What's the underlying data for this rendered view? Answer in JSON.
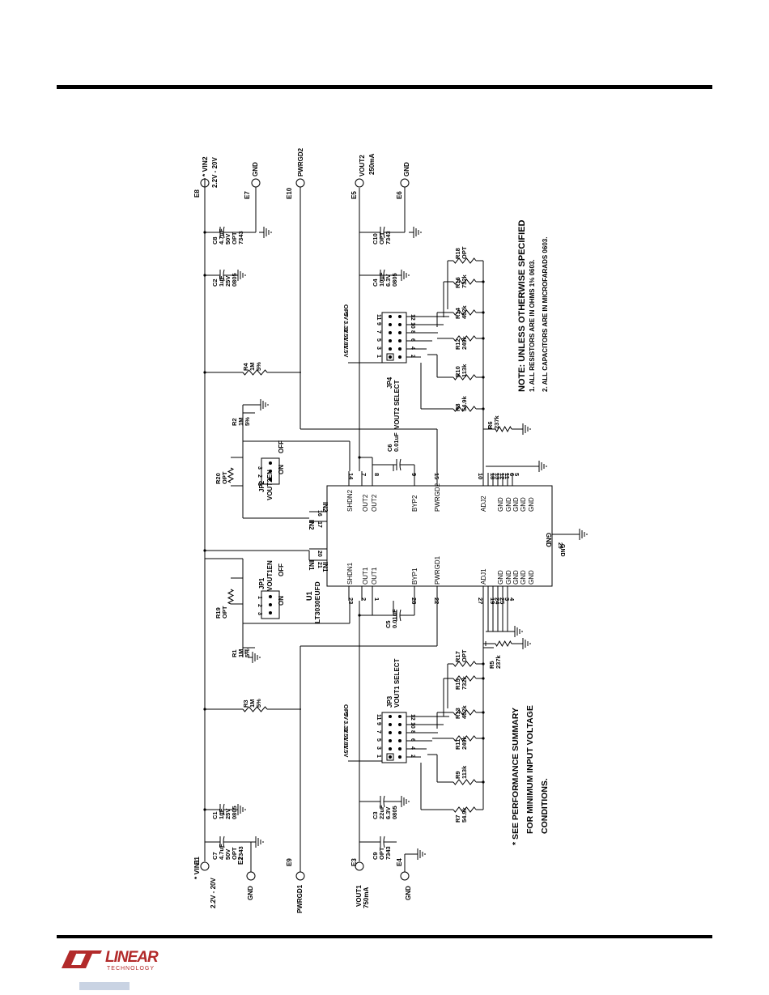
{
  "brand": {
    "line1": "LINEAR",
    "line2": "TECHNOLOGY"
  },
  "ic": {
    "ref": "U1",
    "part": "LT3030EUFD",
    "pins_left_side_1": [
      "SHDN1",
      "OUT1",
      "OUT1",
      "BYP1",
      "PWRGD1",
      "ADJ1",
      "GND",
      "GND",
      "GND",
      "GND",
      "GND"
    ],
    "pins_left_side_2": [
      "SHDN2",
      "OUT2",
      "OUT2",
      "BYP2",
      "PWRGD2",
      "ADJ2",
      "GND",
      "GND",
      "GND",
      "GND",
      "GND"
    ],
    "in1": "IN1",
    "in2": "IN2",
    "gnd": "GND",
    "pinnums_1": [
      "23",
      "1",
      "2",
      "28",
      "22",
      "27",
      "19",
      "24",
      "25",
      "3",
      "4"
    ],
    "pinnums_2": [
      "14",
      "8",
      "7",
      "9",
      "15",
      "10",
      "18",
      "13",
      "12",
      "11",
      "6",
      "5"
    ],
    "pin_in1a": "20",
    "pin_in1b": "21",
    "pin_in2a": "16",
    "pin_in2b": "17",
    "pin_gnd": "29"
  },
  "terminals": {
    "e1": "E1",
    "vin1": "* VIN1",
    "vin1_range": "2.2V - 20V",
    "e2": "E2",
    "gnd": "GND",
    "e9": "E9",
    "pwrgd1": "PWRGD1",
    "e3": "E3",
    "vout1": "VOUT1",
    "vout1_cur": "750mA",
    "e4": "E4",
    "e8": "E8",
    "vin2": "* VIN2",
    "vin2_range": "2.2V - 20V",
    "e7": "E7",
    "e10": "E10",
    "pwrgd2": "PWRGD2",
    "e5": "E5",
    "vout2": "VOUT2",
    "vout2_cur": "250mA",
    "e6": "E6"
  },
  "components": {
    "c7": [
      "C7",
      "4.7uF",
      "50V",
      "OPT",
      "7343"
    ],
    "c1": [
      "C1",
      "1uF",
      "25V",
      "0805"
    ],
    "c9": [
      "C9",
      "OPT",
      "7343"
    ],
    "c3": [
      "C3",
      "22uF",
      "6.3V",
      "0805"
    ],
    "c8": [
      "C8",
      "4.7uF",
      "50V",
      "OPT",
      "7343"
    ],
    "c2": [
      "C2",
      "1uF",
      "25V",
      "0805"
    ],
    "c10": [
      "C10",
      "OPT",
      "7343"
    ],
    "c4": [
      "C4",
      "10uF",
      "6.3V",
      "0805"
    ],
    "c5": [
      "C5",
      "0.01uF"
    ],
    "c6": [
      "C6",
      "0.01uF"
    ],
    "r3": [
      "R3",
      "1M",
      "5%"
    ],
    "r1": [
      "R1",
      "1M",
      "5%"
    ],
    "r19": [
      "R19",
      "OPT"
    ],
    "r4": [
      "R4",
      "1M",
      "5%"
    ],
    "r2": [
      "R2",
      "1M",
      "5%"
    ],
    "r20": [
      "R20",
      "OPT"
    ],
    "r7": [
      "R7",
      "54.9k"
    ],
    "r9": [
      "R9",
      "113k"
    ],
    "r11": [
      "R11",
      "249k"
    ],
    "r13": [
      "R13",
      "402k"
    ],
    "r15": [
      "R15",
      "732k"
    ],
    "r17": [
      "R17",
      "OPT"
    ],
    "r5": [
      "R5",
      "237k"
    ],
    "r8": [
      "R8",
      "54.9k"
    ],
    "r10": [
      "R10",
      "113k"
    ],
    "r12": [
      "R12",
      "249k"
    ],
    "r14": [
      "R14",
      "402k"
    ],
    "r16": [
      "R16",
      "732k"
    ],
    "r18": [
      "R18",
      "OPT"
    ],
    "r6": [
      "R6",
      "237k"
    ]
  },
  "jumpers": {
    "jp1": [
      "JP1",
      "VOUT1EN"
    ],
    "jp1_on": "ON",
    "jp1_off": "OFF",
    "jp2": [
      "JP2",
      "VOUT2EN"
    ],
    "jp2_on": "ON",
    "jp2_off": "OFF",
    "jp3": [
      "JP3",
      "VOUT1 SELECT"
    ],
    "jp4": [
      "JP4",
      "VOUT2 SELECT"
    ],
    "voltages": [
      "1.5V",
      "1.8V",
      "2.5V",
      "3.3V",
      "5V",
      "OPT"
    ],
    "pins_odd": [
      "1",
      "3",
      "5",
      "7",
      "9",
      "11"
    ],
    "pins_even": [
      "2",
      "4",
      "6",
      "8",
      "10",
      "12"
    ],
    "jp_pins3": [
      "1",
      "2",
      "3"
    ]
  },
  "notes": {
    "title": "NOTE: UNLESS OTHERWISE SPECIFIED",
    "n1": "1. ALL RESISTORS ARE IN OHMS 1% 0603.",
    "n2": "2. ALL CAPACITORS ARE IN MICROFARADS 0603.",
    "perf": [
      "* SEE PERFORMANCE SUMMARY",
      "FOR MINIMUM INPUT VOLTAGE",
      "CONDITIONS."
    ]
  }
}
